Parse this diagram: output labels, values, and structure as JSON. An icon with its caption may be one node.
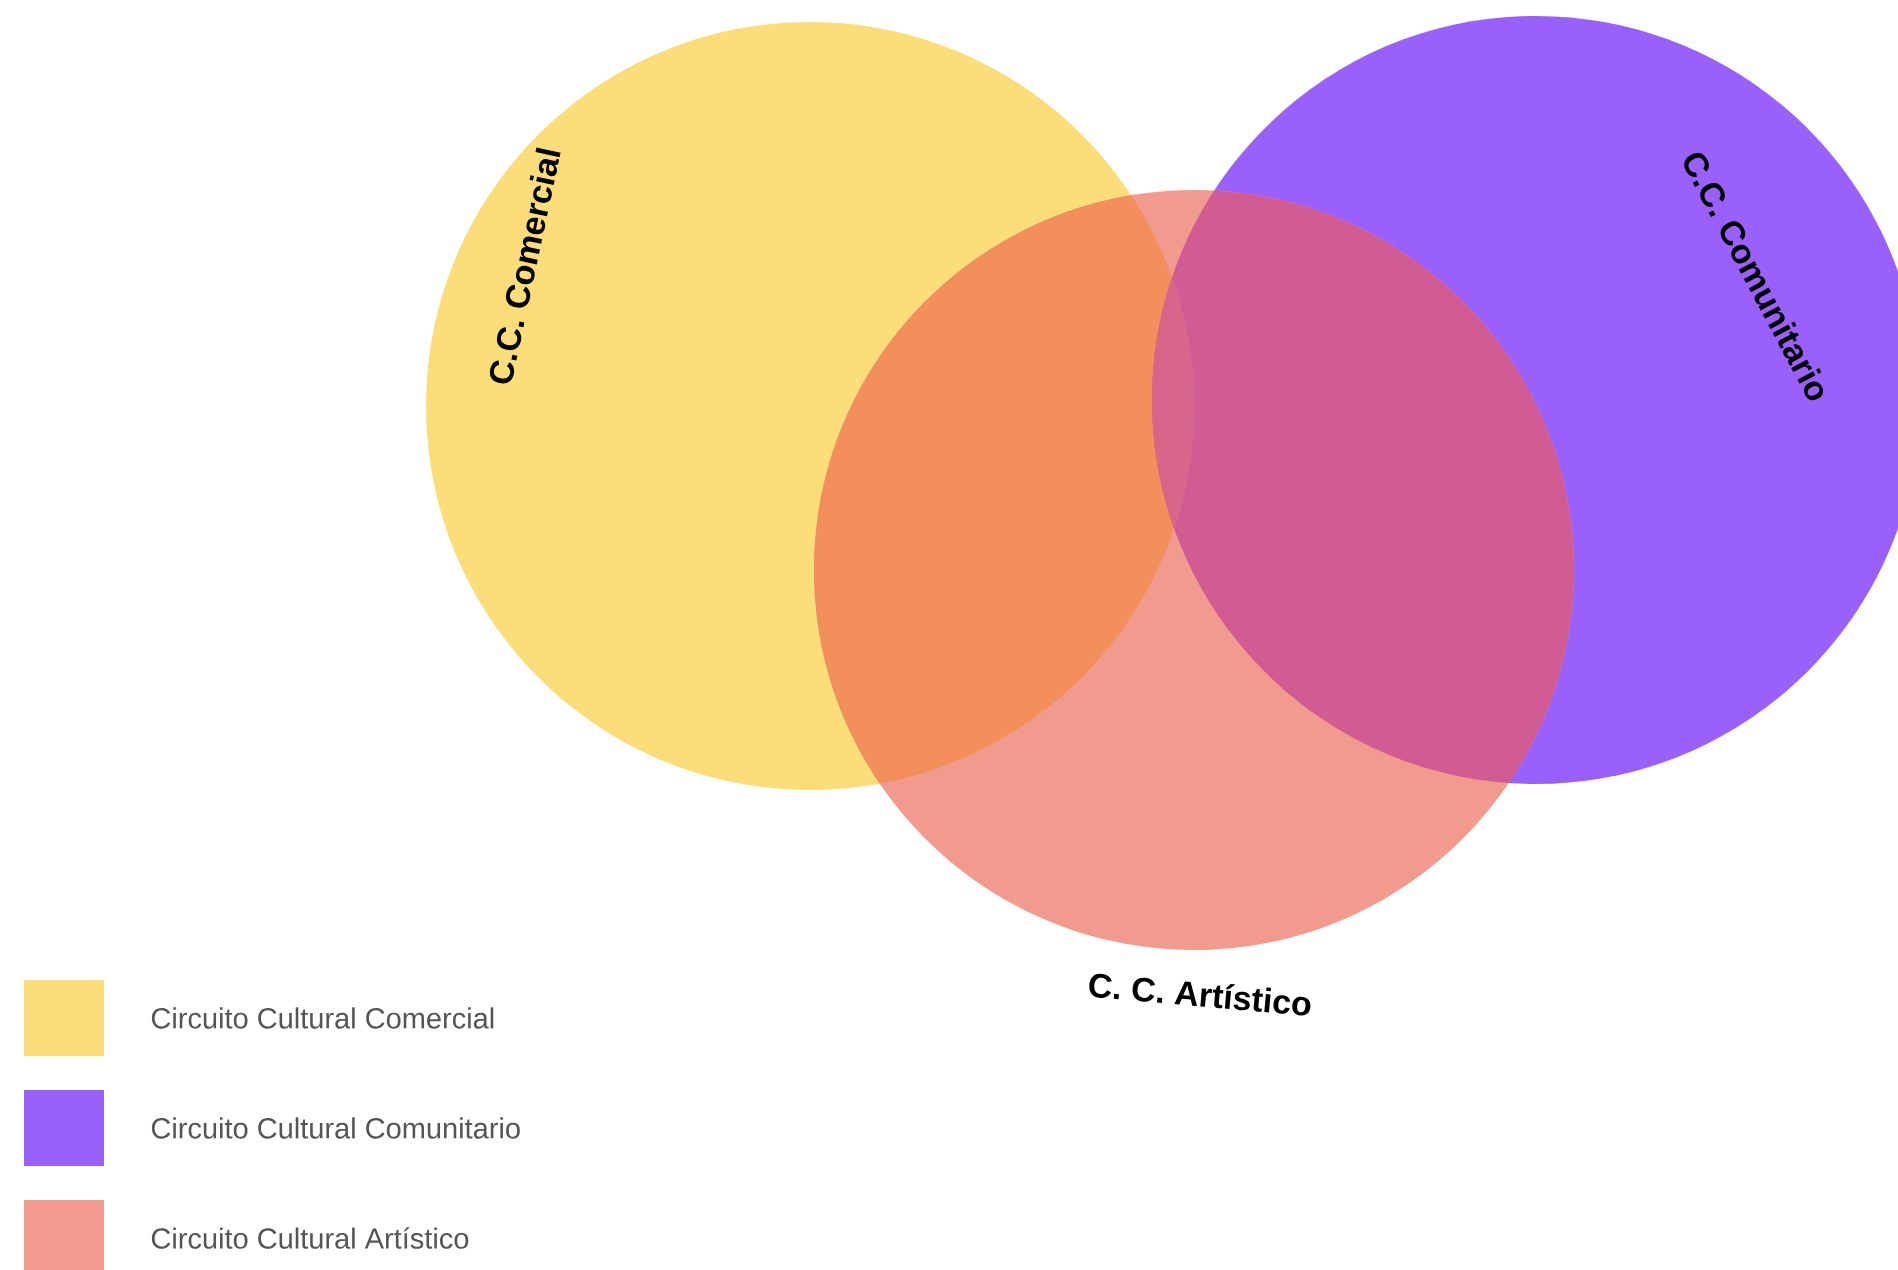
{
  "diagram": {
    "nodes": [
      {
        "text": [
          "C.C. Comercial"
        ]
      },
      {
        "text": [
          "C.C. Comunitario"
        ]
      },
      {
        "text": [
          "C. C. Artístico"
        ]
      }
    ],
    "legend": [
      {
        "text": "Circuito Cultural Comercial",
        "color": "#fbde7a"
      },
      {
        "text": "Circuito Cultural Comunitario",
        "color": "#9a60fb"
      },
      {
        "text": "Circuito Cultural Artístico",
        "color": "#f29a8e"
      }
    ]
  }
}
